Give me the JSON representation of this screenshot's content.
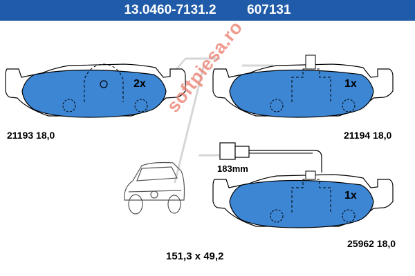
{
  "header": {
    "part_number": "13.0460-7131.2",
    "short_number": "607131"
  },
  "pads": [
    {
      "quantity": "2x",
      "code": "21193 18,0"
    },
    {
      "quantity": "1x",
      "code": "21194 18,0"
    },
    {
      "quantity": "1x",
      "code": "25962 18,0"
    }
  ],
  "sensor": {
    "length_label": "183mm"
  },
  "dimensions": "151,3 x 49,2",
  "watermark": "softpiesa.ro",
  "colors": {
    "header_bg": "#1f5ba8",
    "pad_fill": "#3d86d4",
    "watermark": "#ea7a6a"
  }
}
